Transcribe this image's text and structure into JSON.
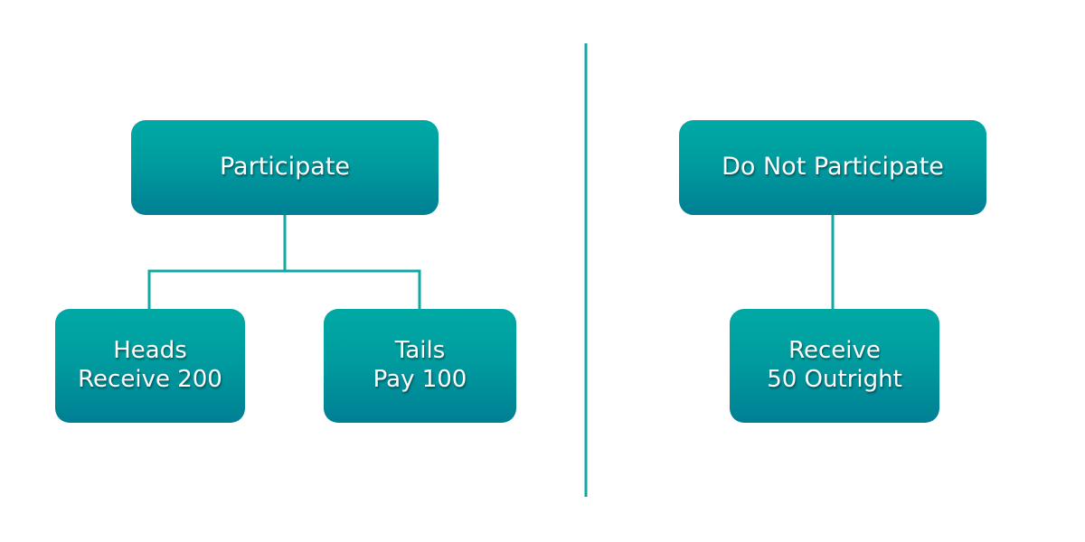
{
  "colors": {
    "box_top": "#00a9a5",
    "box_bottom": "#007f94",
    "connector": "#13a8a3",
    "text": "#ffffff",
    "background": "#ffffff"
  },
  "left_tree": {
    "root": {
      "label": "Participate"
    },
    "children": [
      {
        "line1": "Heads",
        "line2": "Receive 200"
      },
      {
        "line1": "Tails",
        "line2": "Pay 100"
      }
    ]
  },
  "right_tree": {
    "root": {
      "label": "Do Not Participate"
    },
    "children": [
      {
        "line1": "Receive",
        "line2": "50 Outright"
      }
    ]
  }
}
